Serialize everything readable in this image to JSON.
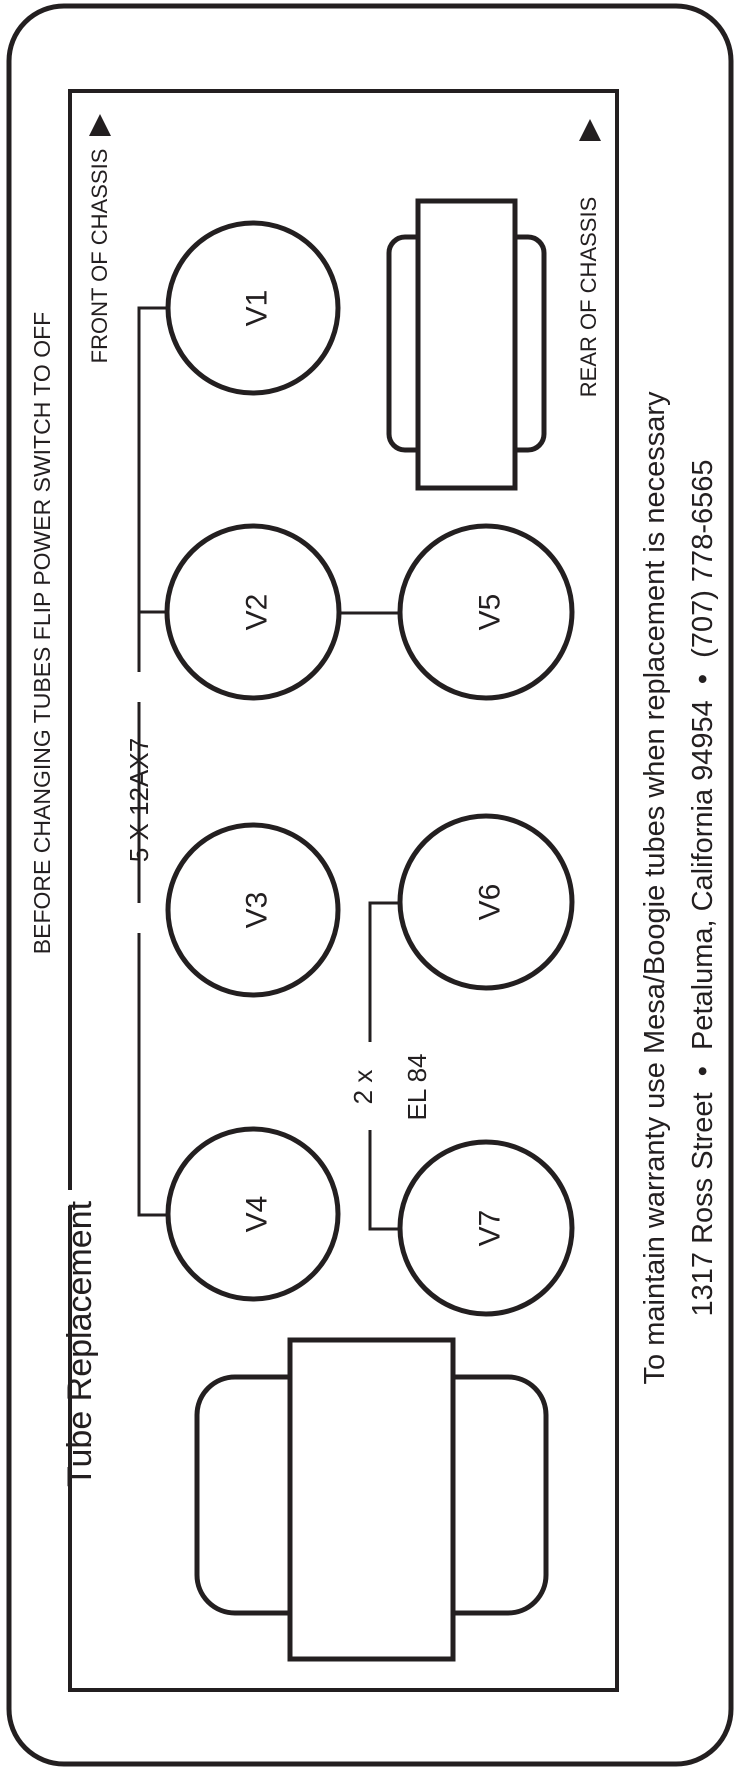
{
  "title": "Tube Replacement",
  "warning": "BEFORE CHANGING TUBES FLIP POWER SWITCH TO OFF",
  "front_label": "FRONT OF CHASSIS",
  "rear_label": "REAR OF CHASSIS",
  "preamp_group_label": "5 X 12AX7",
  "power_group_label_line1": "2 x",
  "power_group_label_line2": "EL 84",
  "tubes": {
    "v1": "V1",
    "v2": "V2",
    "v3": "V3",
    "v4": "V4",
    "v5": "V5",
    "v6": "V6",
    "v7": "V7"
  },
  "footer_line1": "To maintain warranty use Mesa/Boogie tubes when replacement is necessary",
  "footer_line2": "1317 Ross Street  •  Petaluma, California 94954  •  (707) 778-6565"
}
